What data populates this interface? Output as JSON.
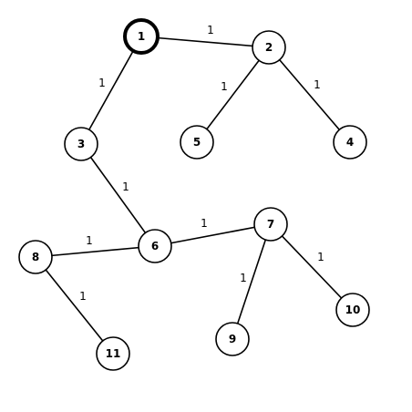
{
  "graph": {
    "root": "1",
    "nodes": [
      "1",
      "2",
      "3",
      "4",
      "5",
      "6",
      "7",
      "8",
      "9",
      "10",
      "11"
    ],
    "edges": [
      {
        "from": "1",
        "to": "2",
        "weight": "1"
      },
      {
        "from": "1",
        "to": "3",
        "weight": "1"
      },
      {
        "from": "2",
        "to": "5",
        "weight": "1"
      },
      {
        "from": "2",
        "to": "4",
        "weight": "1"
      },
      {
        "from": "3",
        "to": "6",
        "weight": "1"
      },
      {
        "from": "6",
        "to": "8",
        "weight": "1"
      },
      {
        "from": "6",
        "to": "7",
        "weight": "1"
      },
      {
        "from": "8",
        "to": "11",
        "weight": "1"
      },
      {
        "from": "7",
        "to": "9",
        "weight": "1"
      },
      {
        "from": "7",
        "to": "10",
        "weight": "1"
      }
    ]
  }
}
